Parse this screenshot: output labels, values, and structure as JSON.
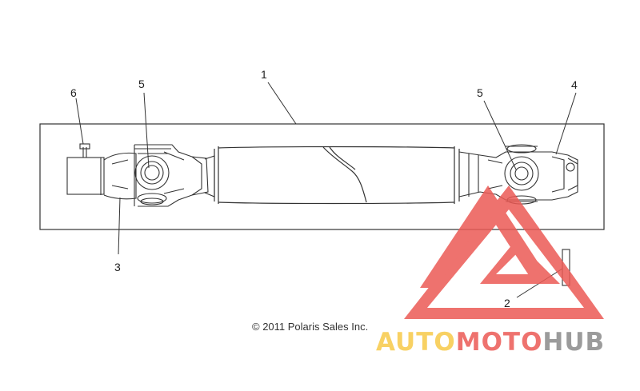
{
  "diagram": {
    "callouts": [
      {
        "id": "callout-1",
        "label": "1"
      },
      {
        "id": "callout-2",
        "label": "2"
      },
      {
        "id": "callout-3",
        "label": "3"
      },
      {
        "id": "callout-4",
        "label": "4"
      },
      {
        "id": "callout-5-left",
        "label": "5"
      },
      {
        "id": "callout-5-right",
        "label": "5"
      },
      {
        "id": "callout-6",
        "label": "6"
      }
    ],
    "copyright": "© 2011 Polaris Sales Inc."
  },
  "watermark": {
    "part1": "AUTO",
    "part2": "MOTO",
    "part3": "HUB",
    "colors": {
      "auto": "#f7c948",
      "moto": "#ec5a55",
      "hub": "#8a8a8a",
      "triangle": "#ec5a55"
    }
  }
}
